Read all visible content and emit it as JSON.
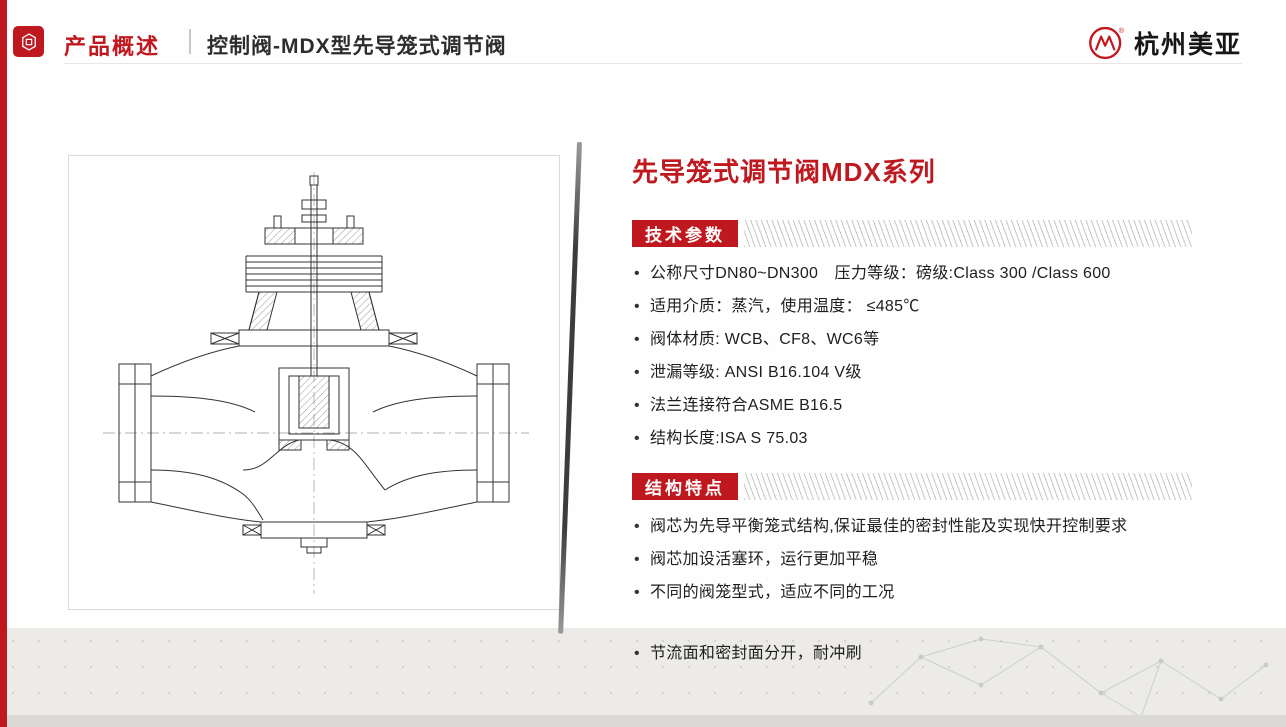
{
  "colors": {
    "accent": "#c0181f",
    "heading_text": "#2d2d2d",
    "body_text": "#1e1e1e",
    "footer_band": "#ecebe8"
  },
  "header": {
    "icon": "cube-hexagon-icon",
    "section_title": "产品概述",
    "page_title": "控制阀-MDX型先导笼式调节阀",
    "logo": {
      "icon": "meiya-m-circle-logo",
      "text": "杭州美亚",
      "reg_mark": "®"
    }
  },
  "main": {
    "title": "先导笼式调节阀MDX系列",
    "sections": [
      {
        "badge": "技术参数",
        "items": [
          "公称尺寸DN80~DN300　压力等级：磅级:Class 300 /Class 600",
          "适用介质：蒸汽，使用温度： ≤485℃",
          "阀体材质: WCB、CF8、WC6等",
          "泄漏等级: ANSI B16.104 V级",
          "法兰连接符合ASME B16.5",
          "结构长度:ISA S 75.03"
        ]
      },
      {
        "badge": "结构特点",
        "items": [
          "阀芯为先导平衡笼式结构,保证最佳的密封性能及实现快开控制要求",
          "阀芯加设活塞环，运行更加平稳",
          "不同的阀笼型式，适应不同的工况",
          "节流面和密封面分开，耐冲刷"
        ]
      }
    ]
  }
}
